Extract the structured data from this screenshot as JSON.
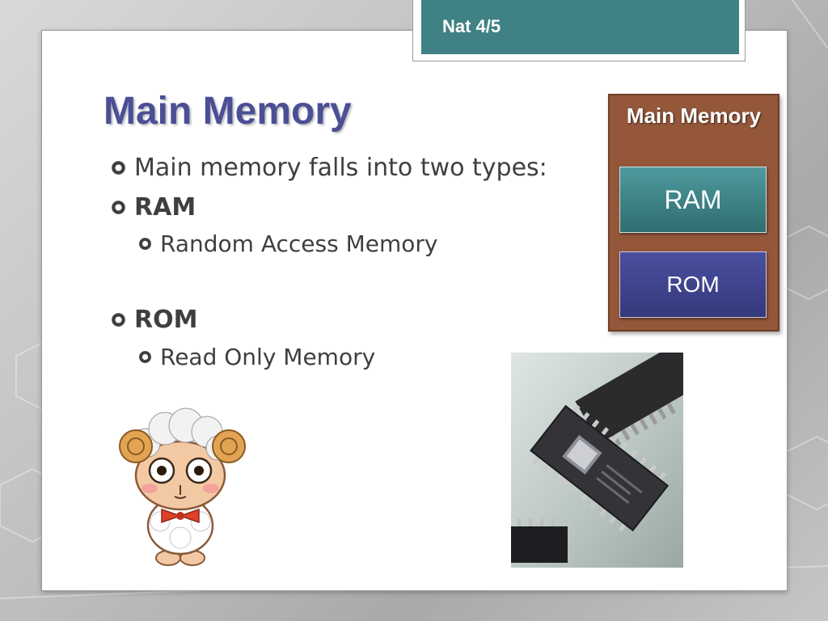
{
  "header_tag": {
    "label": "Nat 4/5"
  },
  "slide": {
    "title": "Main Memory",
    "bullets": [
      {
        "text": "Main memory falls into  two types:"
      },
      {
        "text": "RAM"
      },
      {
        "text": "Random Access Memory"
      },
      {
        "text": "ROM"
      },
      {
        "text": "Read Only Memory"
      }
    ]
  },
  "diagram": {
    "title": "Main Memory",
    "ram_label": "RAM",
    "rom_label": "ROM"
  },
  "colors": {
    "accent_teal": "#3f8184",
    "title_purple": "#4b4f96",
    "box_brown": "#94573a",
    "rom_blue": "#4a4f9e"
  },
  "icons": {
    "bullet": "ring-bullet-icon",
    "mascot": "sheep-mascot-illustration",
    "photo": "memory-chip-photo"
  }
}
